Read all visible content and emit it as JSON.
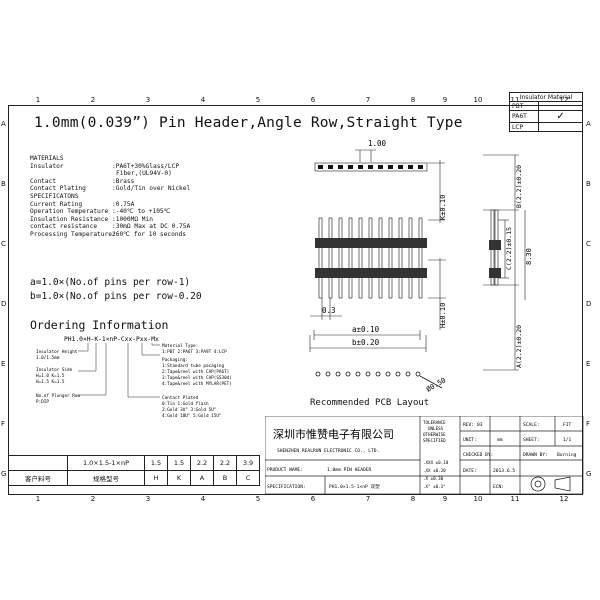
{
  "title": "1.0mm(0.039”) Pin Header,Angle Row,Straight Type",
  "zones": {
    "columns": [
      "1",
      "2",
      "3",
      "4",
      "5",
      "6",
      "7",
      "8",
      "9",
      "10",
      "11",
      "12"
    ],
    "rows": [
      "A",
      "B",
      "C",
      "D",
      "E",
      "F",
      "G"
    ]
  },
  "insulator_material": {
    "header": "Insulator Material",
    "rows": [
      {
        "name": "PBT",
        "check": ""
      },
      {
        "name": "PA6T",
        "check": "✓"
      },
      {
        "name": "LCP",
        "check": ""
      }
    ]
  },
  "materials": {
    "heading": "MATERIALS",
    "insulator_label": "Insulator",
    "insulator_value": ":PA6T+30%Glass/LCP",
    "insulator_value2": "Fiber,(UL94V-0)",
    "contact_label": "Contact",
    "contact_value": ":Brass",
    "plating_label": "Contact Plating",
    "plating_value": ":Gold/Tin over Nickel",
    "spec_heading": "SPECIFICATONS",
    "current_label": "Current Rating",
    "current_value": ":0.75A",
    "optemp_label": "Operation Temperature",
    "optemp_value": ":-40℃ to +105℃",
    "ins_res_label": "Insulation Resistance",
    "ins_res_value": ":1000MΩ Min",
    "cont_res_label": "contact resistance",
    "cont_res_value": ":30mΩ Max at DC 0.75A",
    "proc_label": "Processing Temperature:",
    "proc_value": "260℃ for 10 seconds"
  },
  "formulas": {
    "a": "a=1.0×(No.of pins per row-1)",
    "b": "b=1.0×(No.of pins per row-0.20"
  },
  "ordering": {
    "heading": "Ordering Information",
    "code": "PH1.0×H-K-1×nP-Cxx-Pxx-Mx",
    "insulator_height_1": "Insulator Height",
    "insulator_height_2": "1.0/1.5mm",
    "insulator_side_1": "Insulator Side",
    "insulator_side_2": "H=1.0  K=1.5",
    "insulator_side_3": "H=1.5  K=1.5",
    "plunger_1": "No.of Plunger Row",
    "plunger_2": "P:DIP",
    "material_type_1": "Material Type:",
    "material_type_2": "1:PBT 2:PA6T 3:PA9T 4:LCP",
    "packaging_1": "Packaging:",
    "packaging_2": "1:Standard tube pacaging",
    "packaging_3": "2:Tape&reel with CAP(PA6T)",
    "packaging_4": "3:Tape&reel with CAP(SS304)",
    "packaging_5": "4:Tape&reel with MYLAR(PET)",
    "plating_1": "Contact Plated",
    "plating_2": "0:Tin          1:Gold flash",
    "plating_3": "2:Gold 3U\"    3:Gold 5U\"",
    "plating_4": "4:Gold 10U\"   5:Gold 15U\""
  },
  "dimensions": {
    "pitch": "1.00",
    "k": "K±0.10",
    "h": "H±0.10",
    "b2": "B(2.2)±0.20",
    "c": "C(2.2)±0.15",
    "a2": "A(2.2)±0.20",
    "overall": "8.30",
    "pin": "0.3",
    "a": "a±0.10",
    "b": "b±0.20",
    "hole": "Ø0.50"
  },
  "pcb_layout": "Recommended PCB Layout",
  "title_block": {
    "company_cn": "深圳市惟赞电子有限公司",
    "company_en": "SHENZHEN REALRUN ELECTRONIC CO., LTD.",
    "tol_1": "TOLERANCE",
    "tol_2": "UNLESS",
    "tol_3": "OTHERWISE",
    "tol_4": "SPECIFIED",
    "tol_5": ".XXX ±0.10",
    ".xx": ".XX  ±0.20",
    "tol_7": ".X   ±0.30",
    "tol_8": ".X°  ±0.3°",
    "scale_label": "SCALE:",
    "scale_value": "FIT",
    "unit_label": "UNIT:",
    "unit_value": "mm",
    "sheet_label": "SHEET:",
    "sheet_value": "1/1",
    "checked_label": "CHECKED BY:",
    "drawn_label": "DRAWN BY:",
    "drawn_value": "Burning",
    "name_label": "PRODUCT NAME:",
    "name_value": "1.0mm PIN HEADER",
    "date_label": "DATE:",
    "date_value": "2013.6.5",
    "spec_label": "SPECIFICATION:",
    "spec_value": "PH1.0×1.5-1×nP 双塑",
    "rev_label": "REV:",
    "rev_value": "03",
    "ecn_label": "ECN:"
  },
  "bom": {
    "row1": [
      "",
      "1.0×1.5-1×nP",
      "1.5",
      "1.5",
      "2.2",
      "2.2",
      "3.9"
    ],
    "row2": [
      "客户料号",
      "规格型号",
      "H",
      "K",
      "A",
      "B",
      "C"
    ]
  }
}
